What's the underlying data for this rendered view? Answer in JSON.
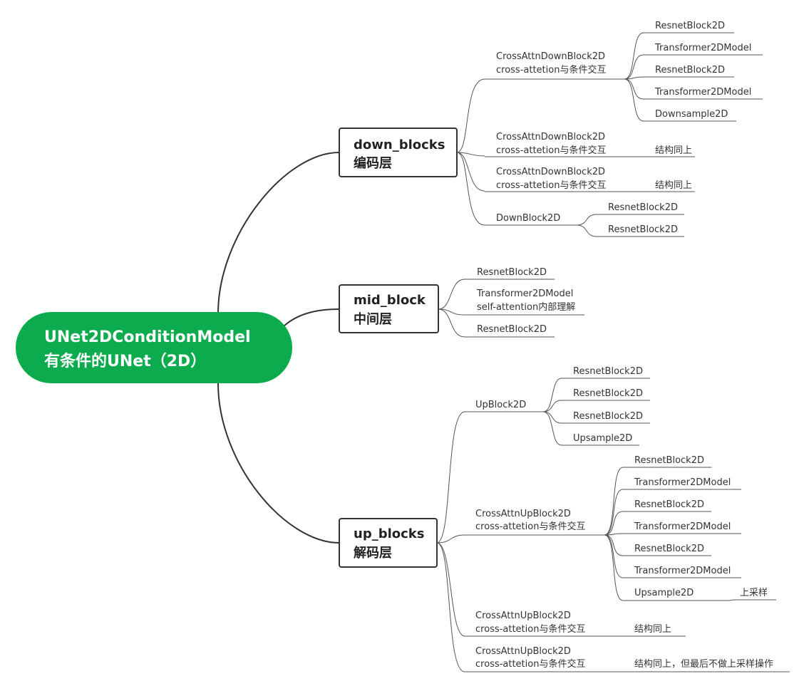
{
  "colors": {
    "root_fill": "#0cab4e",
    "root_text": "#ffffff",
    "line": "#555555",
    "text": "#333333"
  },
  "root": {
    "line1": "UNet2DConditionModel",
    "line2": "有条件的UNet（2D）"
  },
  "down": {
    "title": "down_blocks",
    "subtitle": "编码层",
    "c1": {
      "line1": "CrossAttnDownBlock2D",
      "line2": "cross-attetion与条件交互",
      "leaves": [
        "ResnetBlock2D",
        "Transformer2DModel",
        "ResnetBlock2D",
        "Transformer2DModel",
        "Downsample2D"
      ]
    },
    "c2": {
      "line1": "CrossAttnDownBlock2D",
      "line2": "cross-attetion与条件交互",
      "leaf": "结构同上"
    },
    "c3": {
      "line1": "CrossAttnDownBlock2D",
      "line2": "cross-attetion与条件交互",
      "leaf": "结构同上"
    },
    "c4": {
      "label": "DownBlock2D",
      "leaves": [
        "ResnetBlock2D",
        "ResnetBlock2D"
      ]
    }
  },
  "mid": {
    "title": "mid_block",
    "subtitle": "中间层",
    "children": [
      {
        "line1": "ResnetBlock2D"
      },
      {
        "line1": "Transformer2DModel",
        "line2": "self-attention内部理解"
      },
      {
        "line1": "ResnetBlock2D"
      }
    ]
  },
  "up": {
    "title": "up_blocks",
    "subtitle": "解码层",
    "c1": {
      "label": "UpBlock2D",
      "leaves": [
        "ResnetBlock2D",
        "ResnetBlock2D",
        "ResnetBlock2D",
        "Upsample2D"
      ]
    },
    "c2": {
      "line1": "CrossAttnUpBlock2D",
      "line2": "cross-attetion与条件交互",
      "leaves": [
        "ResnetBlock2D",
        "Transformer2DModel",
        "ResnetBlock2D",
        "Transformer2DModel",
        "ResnetBlock2D",
        "Transformer2DModel",
        "Upsample2D"
      ],
      "upsample_note": "上采样"
    },
    "c3": {
      "line1": "CrossAttnUpBlock2D",
      "line2": "cross-attetion与条件交互",
      "leaf": "结构同上"
    },
    "c4": {
      "line1": "CrossAttnUpBlock2D",
      "line2": "cross-attetion与条件交互",
      "leaf": "结构同上，但最后不做上采样操作"
    }
  }
}
